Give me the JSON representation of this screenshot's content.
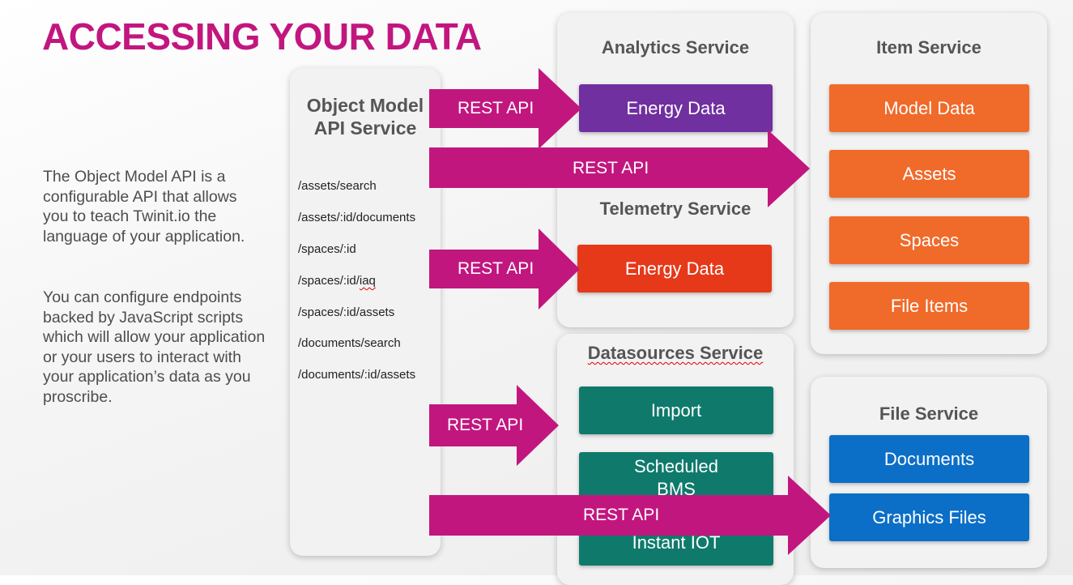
{
  "title": "ACCESSING YOUR DATA",
  "description": {
    "paragraph1": "The Object Model API is a configurable API that allows you to teach Twinit.io the language of your application.",
    "paragraph2": "You can configure endpoints backed by JavaScript scripts which will allow your application or your users to interact with your application’s data as you proscribe."
  },
  "object_model_service": {
    "title_line1": "Object Model",
    "title_line2": "API Service",
    "endpoints": [
      "/assets/search",
      "/assets/:id/documents",
      "/spaces/:id",
      "/spaces/:id/",
      "/spaces/:id/assets",
      "/documents/search",
      "/documents/:id/assets"
    ],
    "endpoint4_suffix": "iaq"
  },
  "analytics_service": {
    "title": "Analytics Service",
    "items": [
      "Energy Data"
    ]
  },
  "telemetry_service": {
    "title": "Telemetry Service",
    "items": [
      "Energy Data"
    ]
  },
  "datasources_service": {
    "title": "Datasources Service",
    "items": [
      "Import",
      "Scheduled",
      "BMS",
      "Instant IOT"
    ]
  },
  "item_service": {
    "title": "Item Service",
    "items": [
      "Model Data",
      "Assets",
      "Spaces",
      "File Items"
    ]
  },
  "file_service": {
    "title": "File Service",
    "items": [
      "Documents",
      "Graphics Files"
    ]
  },
  "arrows": [
    "REST API",
    "REST API",
    "REST API",
    "REST API",
    "REST API"
  ],
  "colors": {
    "accent": "#c2167f",
    "analytics": "#7030a0",
    "telemetry": "#e5391a",
    "item": "#f06a2a",
    "datasources": "#0f7a6b",
    "file": "#0b6fc7"
  }
}
